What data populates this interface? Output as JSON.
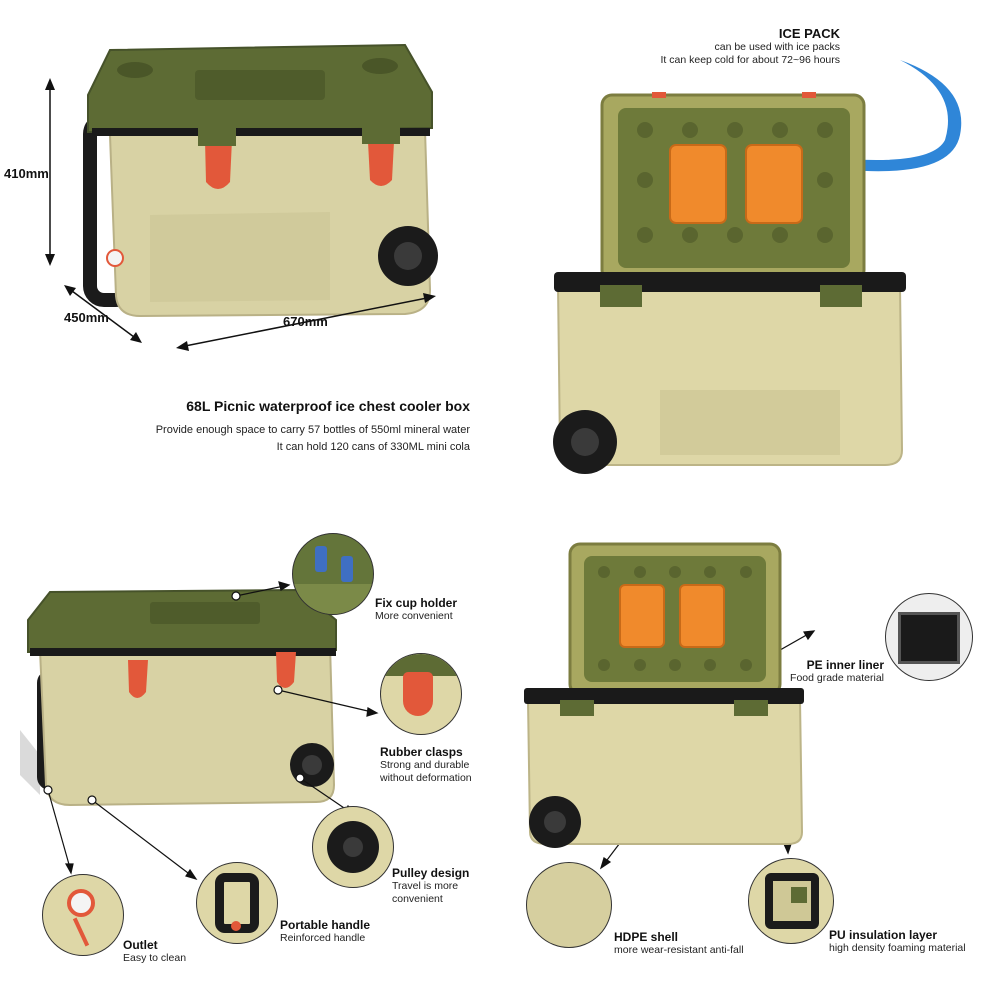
{
  "top_left": {
    "dims": {
      "height": "410mm",
      "depth": "450mm",
      "width": "670mm"
    },
    "title": "68L Picnic waterproof ice chest cooler box",
    "line1": "Provide enough space to carry 57 bottles of 550ml mineral water",
    "line2": "It can hold 120 cans of 330ML mini cola"
  },
  "top_right": {
    "title": "ICE PACK",
    "line1": "can be used with ice packs",
    "line2": "It can keep cold for about 72~96 hours"
  },
  "features_left": [
    {
      "title": "Fix cup holder",
      "sub": "More convenient"
    },
    {
      "title": "Rubber clasps",
      "sub": "Strong and durable\nwithout deformation"
    },
    {
      "title": "Pulley design",
      "sub": "Travel is more\nconvenient"
    },
    {
      "title": "Portable handle",
      "sub": "Reinforced handle"
    },
    {
      "title": "Outlet",
      "sub": "Easy to clean"
    }
  ],
  "features_right": [
    {
      "title": "PE inner liner",
      "sub": "Food grade material"
    },
    {
      "title": "HDPE shell",
      "sub": "more wear-resistant anti-fall"
    },
    {
      "title": "PU insulation layer",
      "sub": "high density foaming material"
    }
  ],
  "colors": {
    "lid_green": "#5d6b34",
    "body_tan": "#d8d2a4",
    "clasp_red": "#e2583a",
    "ice_orange": "#f08a2c",
    "arrow_blue": "#2f86d8"
  }
}
